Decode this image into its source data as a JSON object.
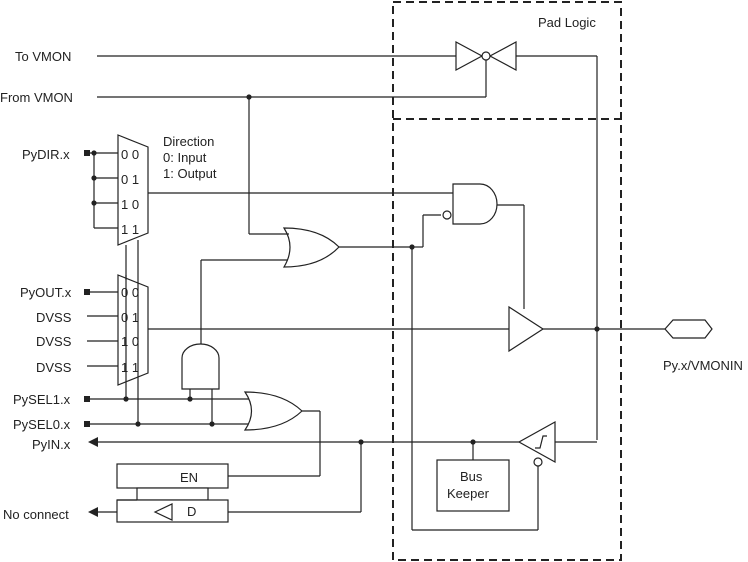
{
  "pad_logic_title": "Pad Logic",
  "signals": {
    "to_vmon": "To VMON",
    "from_vmon": "From VMON",
    "pydir": "PyDIR.x",
    "pyout": "PyOUT.x",
    "dvss": "DVSS",
    "pysel1": "PySEL1.x",
    "pysel0": "PySEL0.x",
    "pyin": "PyIN.x",
    "no_connect": "No connect",
    "pin": "Py.x/VMONIN"
  },
  "mux_inputs": [
    "0 0",
    "0 1",
    "1 0",
    "1 1"
  ],
  "direction_note": [
    "Direction",
    "0: Input",
    "1: Output"
  ],
  "latch": {
    "en": "EN",
    "d": "D"
  },
  "bus_keeper": [
    "Bus",
    "Keeper"
  ]
}
